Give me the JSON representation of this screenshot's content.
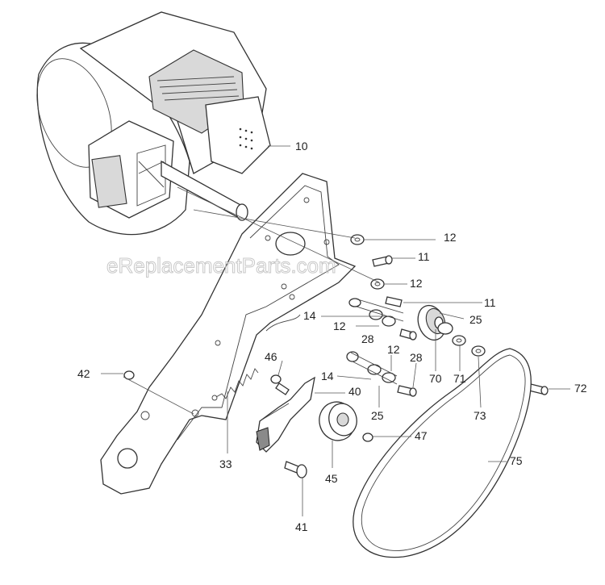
{
  "watermark": "eReplacementParts.com",
  "callouts": [
    {
      "id": "c10",
      "label": "10"
    },
    {
      "id": "c12a",
      "label": "12"
    },
    {
      "id": "c11a",
      "label": "11"
    },
    {
      "id": "c12b",
      "label": "12"
    },
    {
      "id": "c11b",
      "label": "11"
    },
    {
      "id": "c14a",
      "label": "14"
    },
    {
      "id": "c12c",
      "label": "12"
    },
    {
      "id": "c28a",
      "label": "28"
    },
    {
      "id": "c25a",
      "label": "25"
    },
    {
      "id": "c12d",
      "label": "12"
    },
    {
      "id": "c28b",
      "label": "28"
    },
    {
      "id": "c70",
      "label": "70"
    },
    {
      "id": "c71",
      "label": "71"
    },
    {
      "id": "c46",
      "label": "46"
    },
    {
      "id": "c42",
      "label": "42"
    },
    {
      "id": "c14b",
      "label": "14"
    },
    {
      "id": "c40",
      "label": "40"
    },
    {
      "id": "c25b",
      "label": "25"
    },
    {
      "id": "c73",
      "label": "73"
    },
    {
      "id": "c72",
      "label": "72"
    },
    {
      "id": "c47",
      "label": "47"
    },
    {
      "id": "c33",
      "label": "33"
    },
    {
      "id": "c45",
      "label": "45"
    },
    {
      "id": "c75",
      "label": "75"
    },
    {
      "id": "c41",
      "label": "41"
    }
  ]
}
